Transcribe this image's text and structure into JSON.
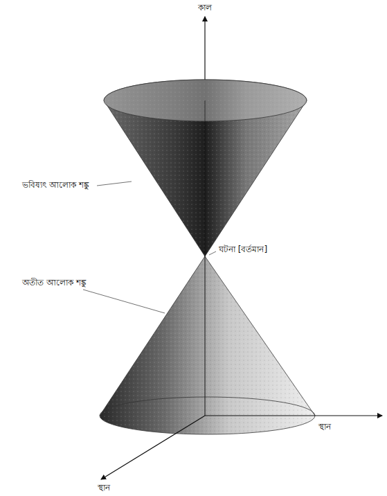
{
  "diagram": {
    "labels": [
      "কাল",
      "ভবিষ্যৎ আলোক শঙ্কু",
      "ঘটনা [বর্তমান]",
      "অতীত আলোক শঙ্কু",
      "স্থান",
      "স্থান"
    ]
  }
}
